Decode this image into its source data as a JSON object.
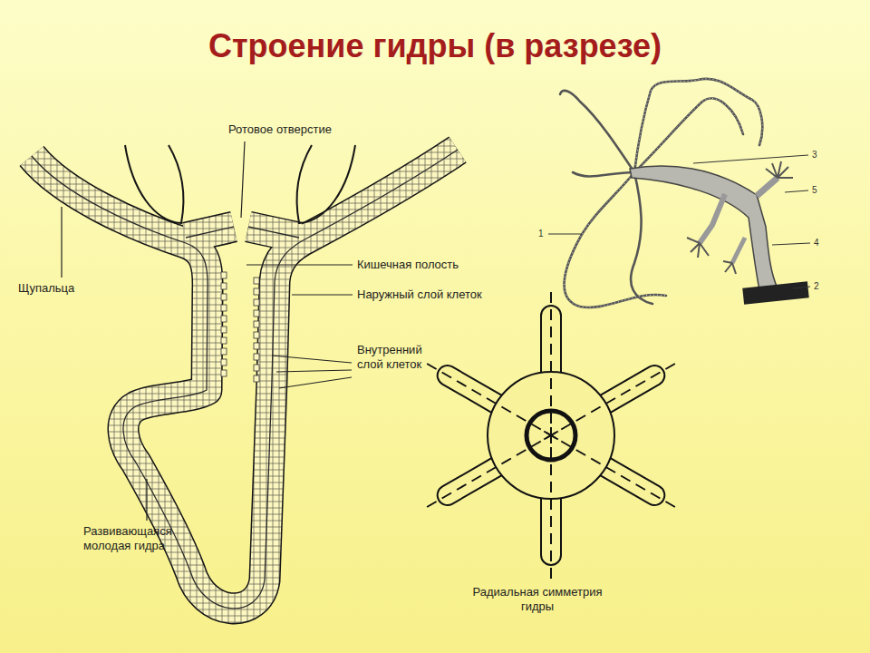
{
  "diagram": {
    "title": "Строение гидры (в разрезе)",
    "labels": [
      "Ротовое отверстие",
      "Щупальца",
      "Кишечная полость",
      "Наружный слой клеток",
      "Внутренний слой клеток",
      "Развивающаяся молодая гидра",
      "Радиальная симметрия гидры",
      "1",
      "3",
      "5",
      "4",
      "2"
    ]
  }
}
